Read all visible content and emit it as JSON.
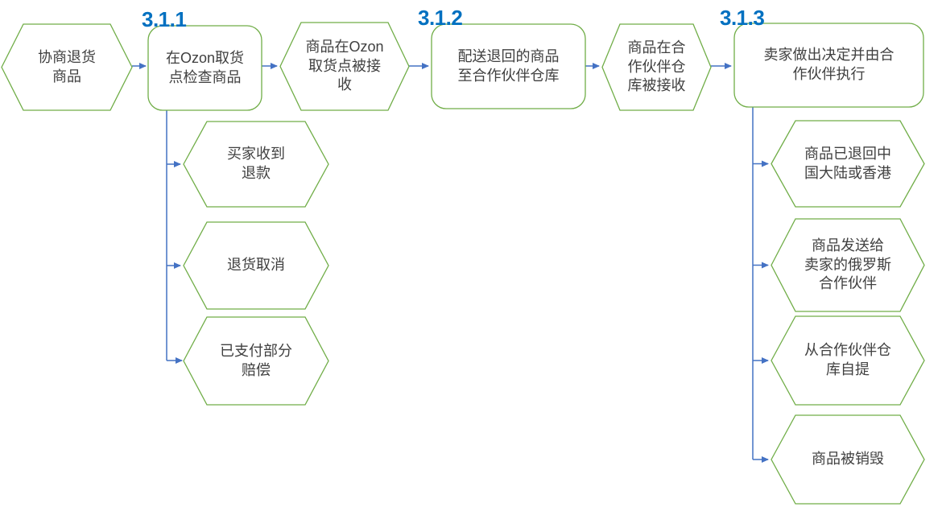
{
  "colors": {
    "background": "#FFFFFF",
    "outline_green": "#70AD47",
    "connector_blue": "#4472C4",
    "label_blue": "#0070C0",
    "text_dark": "#404040"
  },
  "steps": {
    "s311": "3.1.1",
    "s312": "3.1.2",
    "s313": "3.1.3"
  },
  "nodes": {
    "negotiate_return": "协商退货\n商品",
    "check_at_pickup": "在Ozon取货\n点检查商品",
    "received_at_pickup": "商品在Ozon\n取货点被接\n收",
    "deliver_to_partner": "配送退回的商品\n至合作伙伴仓库",
    "received_at_partner": "商品在合\n作伙伴仓\n库被接收",
    "seller_decision": "卖家做出决定并由合\n作伙伴执行",
    "buyer_refunded": "买家收到\n退款",
    "return_cancelled": "退货取消",
    "partial_compensation": "已支付部分\n赔偿",
    "returned_to_china": "商品已退回中\n国大陆或香港",
    "sent_to_russian_partner": "商品发送给\n卖家的俄罗斯\n合作伙伴",
    "pickup_from_partner_warehouse": "从合作伙伴仓\n库自提",
    "destroyed": "商品被销毁"
  }
}
